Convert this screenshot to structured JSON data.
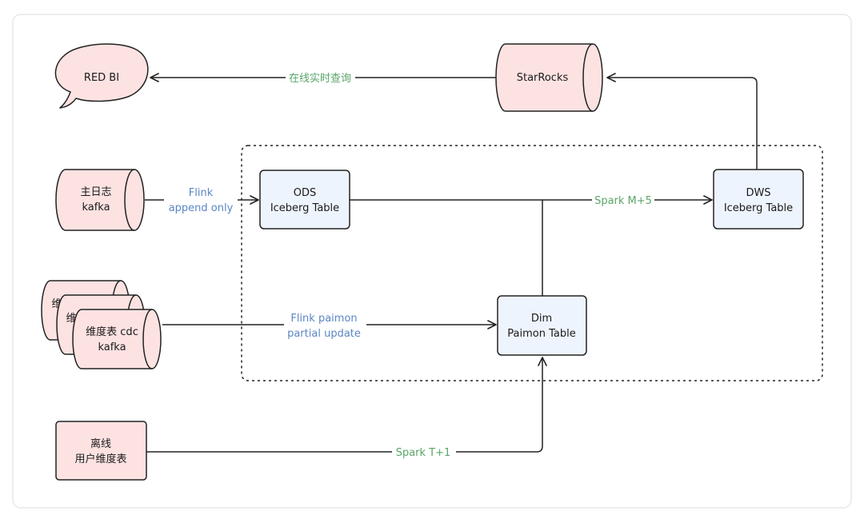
{
  "colors": {
    "pink_fill": "#fde2e2",
    "blue_fill": "#eef4fd",
    "stroke": "#222222",
    "label_green": "#5aa469",
    "label_blue": "#5b86c5",
    "frame_border": "#e3e3e3"
  },
  "nodes": {
    "red_bi": {
      "label": "RED BI"
    },
    "starrocks": {
      "label": "StarRocks"
    },
    "main_log_kafka": {
      "line1": "主日志",
      "line2": "kafka"
    },
    "dim_cdc_back1": {
      "label": "维"
    },
    "dim_cdc_back2": {
      "label": "维"
    },
    "dim_cdc_kafka": {
      "line1": "维度表 cdc",
      "line2": "kafka"
    },
    "ods_table": {
      "line1": "ODS",
      "line2": "Iceberg Table"
    },
    "dws_table": {
      "line1": "DWS",
      "line2": "Iceberg Table"
    },
    "dim_table": {
      "line1": "Dim",
      "line2": "Paimon Table"
    },
    "offline_user_dim": {
      "line1": "离线",
      "line2": "用户维度表"
    }
  },
  "edges": {
    "realtime_query": {
      "label": "在线实时查询"
    },
    "flink_append": {
      "line1": "Flink",
      "line2": "append only"
    },
    "spark_m5": {
      "label": "Spark M+5"
    },
    "flink_paimon": {
      "line1": "Flink paimon",
      "line2": "partial update"
    },
    "spark_t1": {
      "label": "Spark T+1"
    }
  }
}
